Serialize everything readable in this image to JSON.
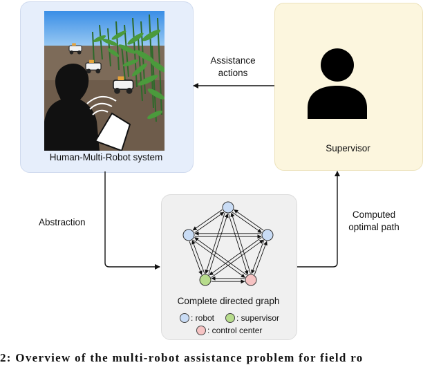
{
  "panels": {
    "system_label": "Human-Multi-Robot system",
    "supervisor_label": "Supervisor",
    "graph_label": "Complete directed graph"
  },
  "arrows": {
    "assistance_line1": "Assistance",
    "assistance_line2": "actions",
    "abstraction": "Abstraction",
    "computed_line1": "Computed",
    "computed_line2": "optimal path"
  },
  "legend": {
    "robot": ": robot",
    "supervisor": ": supervisor",
    "control_center": ": control center"
  },
  "caption": "2: Overview of the multi-robot assistance problem for field ro",
  "colors": {
    "robot_node": "#c9dcf5",
    "supervisor_node": "#b7dc8c",
    "control_center_node": "#f6c3c3",
    "system_panel": "#e6eefb",
    "supervisor_panel": "#fcf6de",
    "graph_panel": "#f0f0f0"
  },
  "icons": {
    "person": "person-silhouette-icon",
    "wifi": "wifi-signal-icon",
    "tablet": "tablet-icon",
    "robot": "field-robot-icon"
  }
}
